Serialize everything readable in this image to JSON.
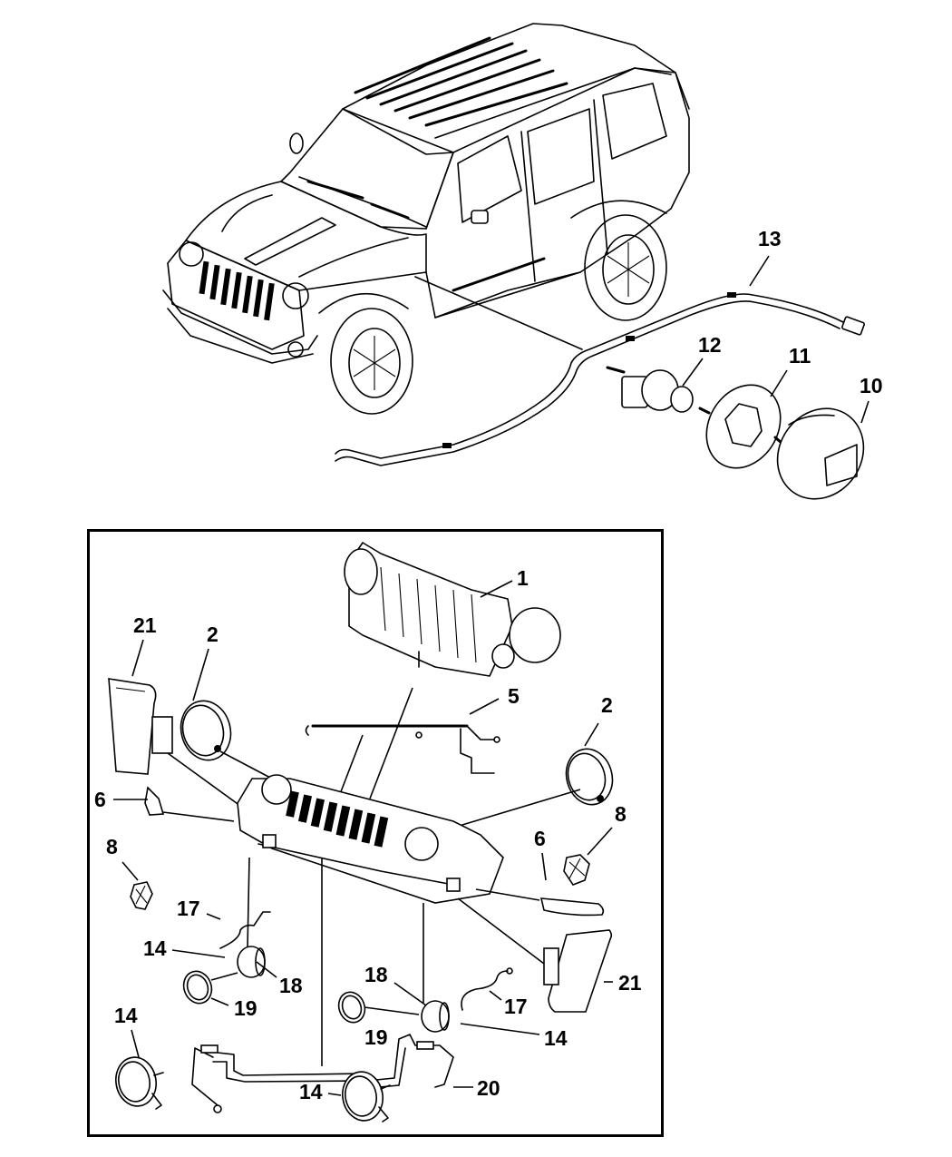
{
  "diagram": {
    "type": "exploded-parts-diagram",
    "subject": "Vehicle front fascia, grille, headlamps, fog lamps and side repeater lamp wiring",
    "colors": {
      "line": "#000000",
      "background": "#ffffff"
    }
  },
  "upper_view": {
    "callouts": [
      {
        "id": "13",
        "label": "13",
        "part": "side-marker-wiring-harness"
      },
      {
        "id": "12",
        "label": "12",
        "part": "lamp-socket"
      },
      {
        "id": "11",
        "label": "11",
        "part": "lamp-gasket"
      },
      {
        "id": "10",
        "label": "10",
        "part": "side-repeater-lamp"
      }
    ]
  },
  "inset_view": {
    "callouts": [
      {
        "id": "1",
        "label": "1",
        "part": "grille-opening-reinforcement"
      },
      {
        "id": "2-left",
        "label": "2",
        "part": "headlamp-left"
      },
      {
        "id": "2-right",
        "label": "2",
        "part": "headlamp-right"
      },
      {
        "id": "5",
        "label": "5",
        "part": "headlamp-wiring-harness"
      },
      {
        "id": "21-left",
        "label": "21",
        "part": "park-turn-lamp-left"
      },
      {
        "id": "21-right",
        "label": "21",
        "part": "park-turn-lamp-right"
      },
      {
        "id": "6-left",
        "label": "6",
        "part": "lamp-bezel-left"
      },
      {
        "id": "6-right",
        "label": "6",
        "part": "lamp-bezel-right"
      },
      {
        "id": "8-left",
        "label": "8",
        "part": "retainer-clip-left"
      },
      {
        "id": "8-right",
        "label": "8",
        "part": "retainer-clip-right"
      },
      {
        "id": "17-left",
        "label": "17",
        "part": "fog-lamp-jumper-left"
      },
      {
        "id": "17-right",
        "label": "17",
        "part": "fog-lamp-jumper-right"
      },
      {
        "id": "14-a",
        "label": "14",
        "part": "fog-lamp"
      },
      {
        "id": "14-b",
        "label": "14",
        "part": "fog-lamp"
      },
      {
        "id": "14-c",
        "label": "14",
        "part": "fog-lamp"
      },
      {
        "id": "14-d",
        "label": "14",
        "part": "fog-lamp"
      },
      {
        "id": "18-left",
        "label": "18",
        "part": "fog-lamp-bulb-left"
      },
      {
        "id": "18-right",
        "label": "18",
        "part": "fog-lamp-bulb-right"
      },
      {
        "id": "19-left",
        "label": "19",
        "part": "fog-lamp-ring-left"
      },
      {
        "id": "19-right",
        "label": "19",
        "part": "fog-lamp-ring-right"
      },
      {
        "id": "20",
        "label": "20",
        "part": "fog-lamp-wiring-harness"
      }
    ]
  }
}
